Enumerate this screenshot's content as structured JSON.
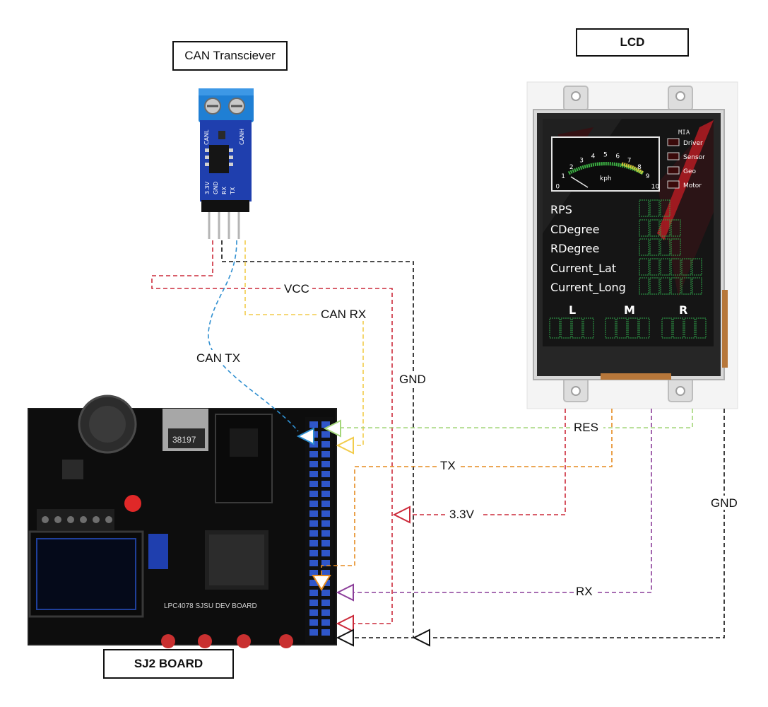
{
  "titles": {
    "can_transceiver": "CAN Transciever",
    "lcd": "LCD",
    "sj2_board": "SJ2 BOARD"
  },
  "wire_labels": {
    "vcc": "VCC",
    "can_rx": "CAN RX",
    "can_tx": "CAN TX",
    "gnd_left": "GND",
    "res": "RES",
    "tx": "TX",
    "v33": "3.3V",
    "gnd_right": "GND",
    "rx": "RX"
  },
  "wire_colors": {
    "red": "#cc2a3a",
    "black": "#111111",
    "blue": "#2f8fd0",
    "yellow": "#f2cc4b",
    "green": "#a4d67a",
    "orange": "#e58a1f",
    "purple": "#8c3f9a"
  },
  "lcd_screen": {
    "gauge_scale": [
      "0",
      "1",
      "2",
      "3",
      "4",
      "5",
      "6",
      "7",
      "8",
      "9",
      "10"
    ],
    "gauge_unit": "kph",
    "mia_title": "MIA",
    "mia_items": [
      "Driver",
      "Sensor",
      "Geo",
      "Motor"
    ],
    "fields": [
      "RPS",
      "CDegree",
      "RDegree",
      "Current_Lat",
      "Current_Long"
    ],
    "bottom_labels": [
      "L",
      "M",
      "R"
    ]
  },
  "sj2_board_text": {
    "crystal": "38197",
    "board_label": "LPC4078  SJSU  DEV  BOARD"
  },
  "can_module_pins": {
    "top": [
      "CANL",
      "CANH"
    ],
    "bottom": [
      "3.3V",
      "GND",
      "RX",
      "TX"
    ]
  }
}
